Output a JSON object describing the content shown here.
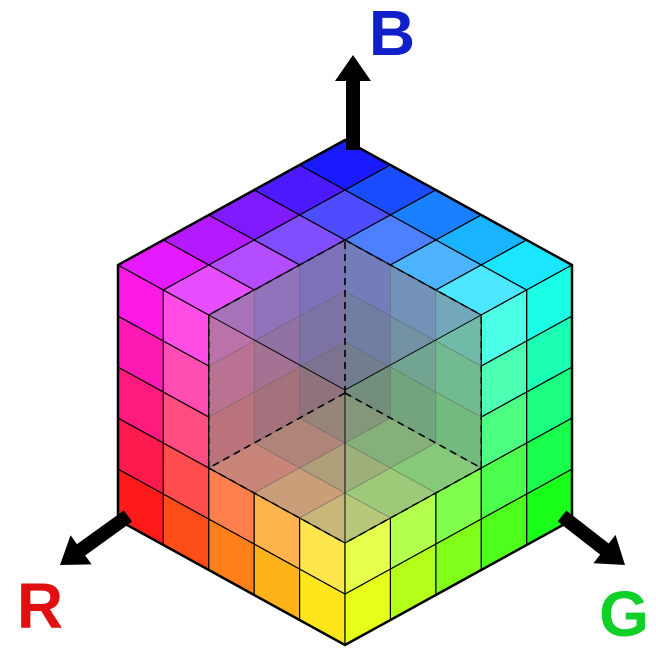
{
  "axes": {
    "r": {
      "label": "R",
      "color": "#e01010"
    },
    "g": {
      "label": "G",
      "color": "#10d028"
    },
    "b": {
      "label": "B",
      "color": "#1020c8"
    }
  },
  "cube": {
    "grid_divisions": 5,
    "outer_max": 1.0,
    "cutout_min": 0.4,
    "inner_corner_color": "#4a4a4a",
    "edge_color": "#000000",
    "hidden_edge_style": "dashed"
  }
}
